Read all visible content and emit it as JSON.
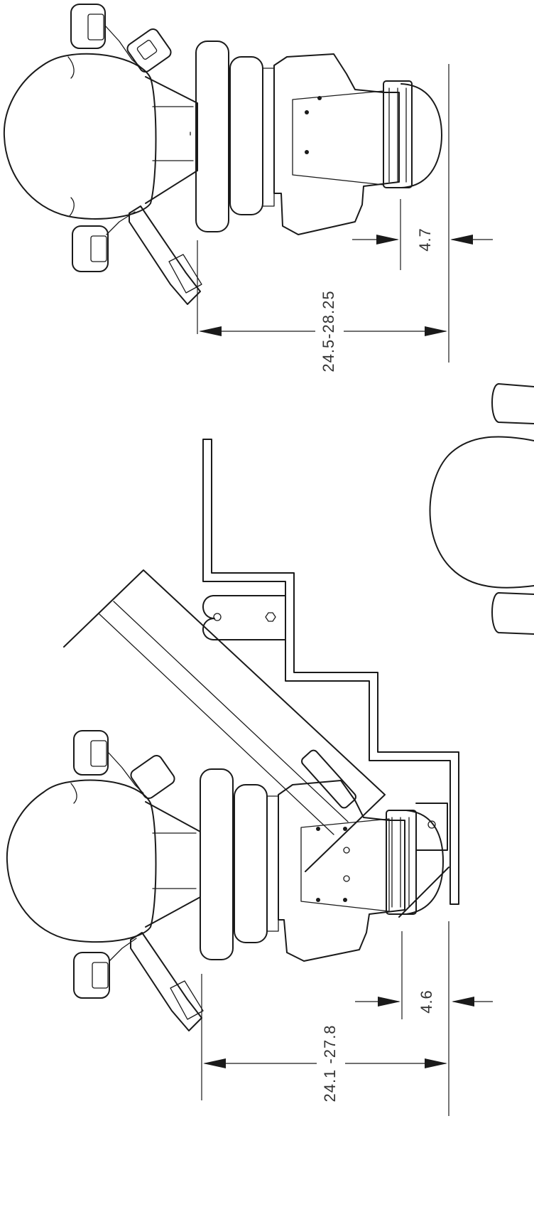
{
  "drawing": {
    "top_view": {
      "overall_dimension": "24.5-28.25",
      "offset_dimension": "4.7"
    },
    "bottom_view": {
      "overall_dimension": "24.1 -27.8",
      "offset_dimension": "4.6"
    }
  },
  "colors": {
    "line": "#1a1a1a",
    "background": "#ffffff"
  }
}
